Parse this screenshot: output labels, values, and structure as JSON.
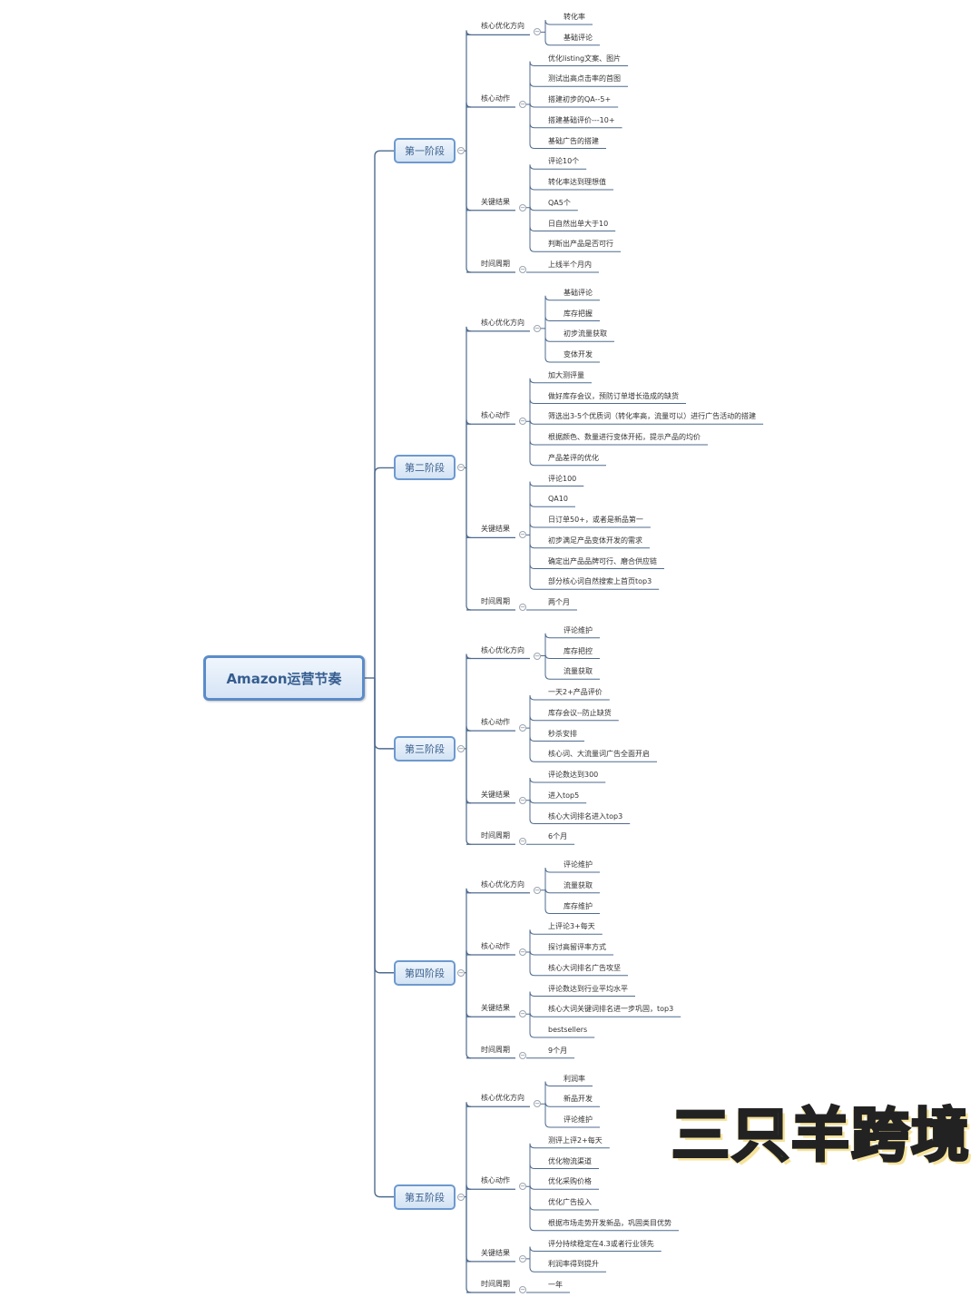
{
  "root": "Amazon运营节奏",
  "watermark": "三只羊跨境",
  "stages": [
    {
      "label": "第一阶段",
      "categories": [
        {
          "label": "核心优化方向",
          "items": [
            "转化率",
            "基础评论"
          ]
        },
        {
          "label": "核心动作",
          "items": [
            "优化listing文案、图片",
            "测试出高点击率的首图",
            "搭建初步的QA--5+",
            "搭建基础评价---10+",
            "基础广告的搭建"
          ]
        },
        {
          "label": "关键结果",
          "items": [
            "评论10个",
            "转化率达到理想值",
            "QA5个",
            "日自然出单大于10",
            "判断出产品是否可行"
          ]
        },
        {
          "label": "时间周期",
          "items": [
            "上线半个月内"
          ]
        }
      ]
    },
    {
      "label": "第二阶段",
      "categories": [
        {
          "label": "核心优化方向",
          "items": [
            "基础评论",
            "库存把握",
            "初步流量获取",
            "变体开发"
          ]
        },
        {
          "label": "核心动作",
          "items": [
            "加大测评量",
            "做好库存会议，预防订单增长造成的缺货",
            "筛选出3-5个优质词（转化率高，流量可以）进行广告活动的搭建",
            "根据颜色、数量进行变体开拓，提示产品的均价",
            "产品差评的优化"
          ]
        },
        {
          "label": "关键结果",
          "items": [
            "评论100",
            "QA10",
            "日订单50+，或者是新品第一",
            "初步满足产品变体开发的需求",
            "确定出产品品牌可行、磨合供应链",
            "部分核心词自然搜索上首页top3"
          ]
        },
        {
          "label": "时间周期",
          "items": [
            "两个月"
          ]
        }
      ]
    },
    {
      "label": "第三阶段",
      "categories": [
        {
          "label": "核心优化方向",
          "items": [
            "评论维护",
            "库存把控",
            "流量获取"
          ]
        },
        {
          "label": "核心动作",
          "items": [
            "一天2+产品评价",
            "库存会议--防止缺货",
            "秒杀安排",
            "核心词、大流量词广告全面开启"
          ]
        },
        {
          "label": "关键结果",
          "items": [
            "评论数达到300",
            "进入top5",
            "核心大词排名进入top3"
          ]
        },
        {
          "label": "时间周期",
          "items": [
            "6个月"
          ]
        }
      ]
    },
    {
      "label": "第四阶段",
      "categories": [
        {
          "label": "核心优化方向",
          "items": [
            "评论维护",
            "流量获取",
            "库存维护"
          ]
        },
        {
          "label": "核心动作",
          "items": [
            "上评论3+每天",
            "探讨高留评率方式",
            "核心大词排名广告攻坚"
          ]
        },
        {
          "label": "关键结果",
          "items": [
            "评论数达到行业平均水平",
            "核心大词关键词排名进一步巩固，top3",
            "bestsellers"
          ]
        },
        {
          "label": "时间周期",
          "items": [
            "9个月"
          ]
        }
      ]
    },
    {
      "label": "第五阶段",
      "categories": [
        {
          "label": "核心优化方向",
          "items": [
            "利润率",
            "新品开发",
            "评论维护"
          ]
        },
        {
          "label": "核心动作",
          "items": [
            "测评上评2+每天",
            "优化物流渠道",
            "优化采购价格",
            "优化广告投入",
            "根据市场走势开发新品，巩固类目优势"
          ]
        },
        {
          "label": "关键结果",
          "items": [
            "评分持续稳定在4.3或者行业领先",
            "利润率得到提升"
          ]
        },
        {
          "label": "时间周期",
          "items": [
            "一年"
          ]
        }
      ]
    }
  ]
}
